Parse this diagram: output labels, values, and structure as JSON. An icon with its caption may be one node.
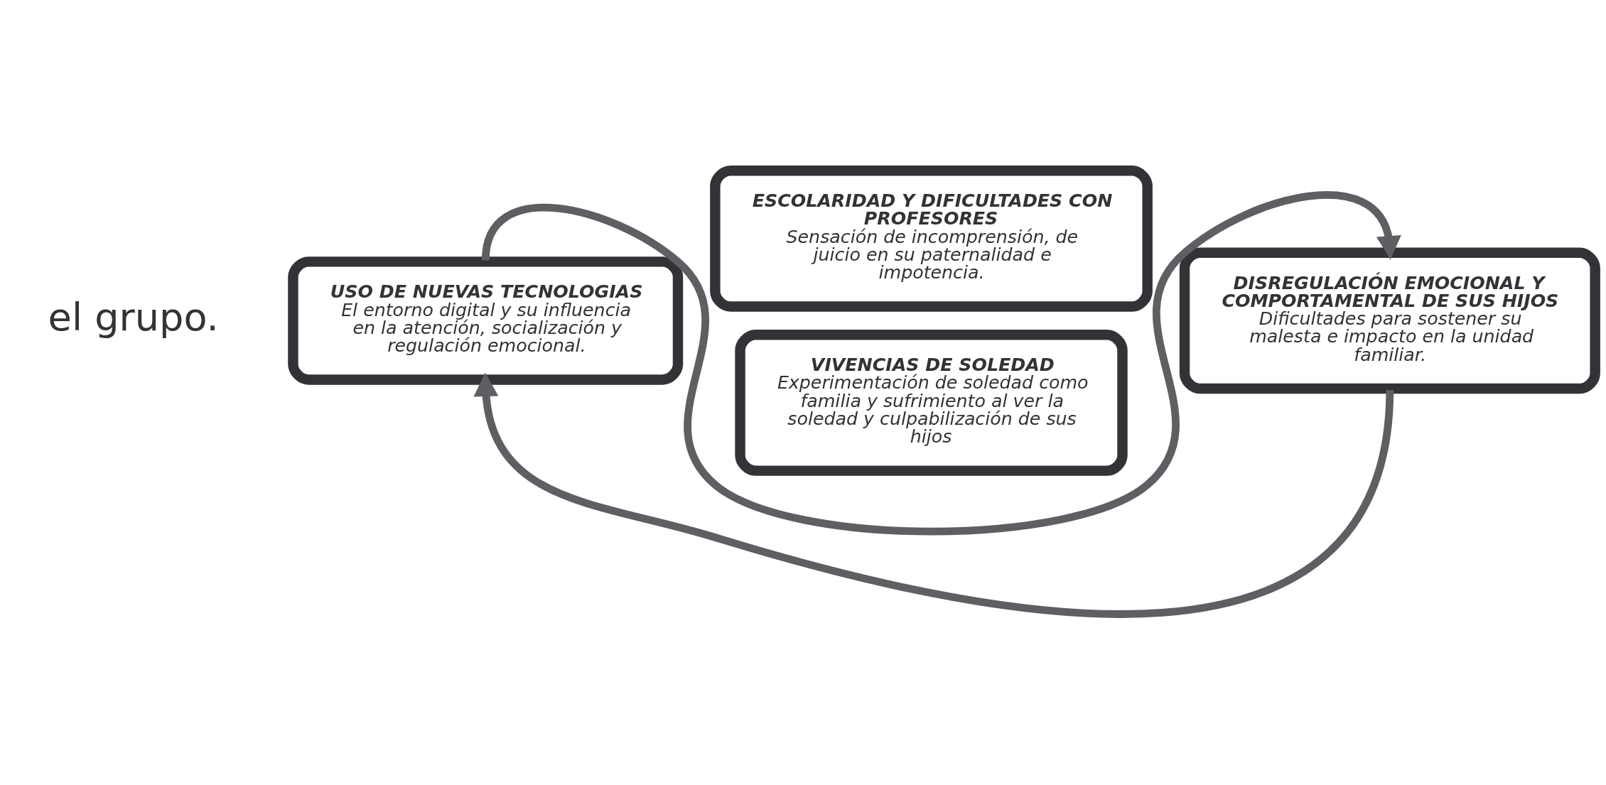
{
  "diagram": {
    "nodes": [
      {
        "text": [
          "ESCOLARIDAD Y DIFICULTADES CON PROFESORES",
          "Sensación de incomprensión, de juicio en su paternalidad e impotencia."
        ]
      },
      {
        "text": [
          "USO DE NUEVAS TECNOLOGIAS",
          "El entorno digital y su influencia en la atención, socialización y regulación emocional."
        ]
      },
      {
        "text": [
          "DISREGULACIÓN EMOCIONAL Y COMPORTAMENTAL DE SUS HIJOS",
          "Dificultades para sostener su malesta e impacto en la unidad familiar."
        ]
      },
      {
        "text": [
          "VIVENCIAS DE SOLEDAD",
          "Experimentación de soledad como familia y sufrimiento al ver la soledad y culpabilización de sus hijos"
        ]
      }
    ],
    "edges": [
      {
        "from": 1,
        "to": 2,
        "arrow": "to"
      },
      {
        "from": 2,
        "to": 1,
        "arrow": "to"
      }
    ],
    "labels": [
      "el grupo."
    ]
  }
}
